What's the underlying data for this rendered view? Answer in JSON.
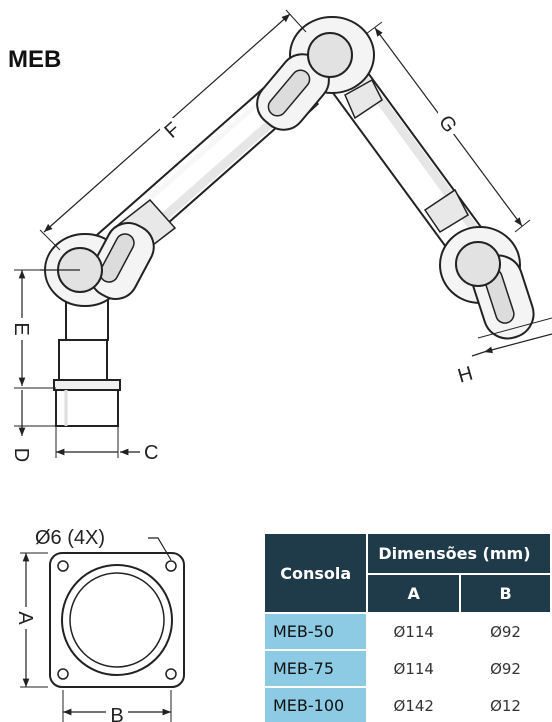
{
  "title": "MEB",
  "labels": {
    "F": "F",
    "G": "G",
    "E": "E",
    "D": "D",
    "C": "C",
    "H": "H",
    "A": "A",
    "B": "B"
  },
  "hole_note": "Ø6 (4X)",
  "table": {
    "header_console": "Consola",
    "header_dimensions": "Dimensões (mm)",
    "col_a": "A",
    "col_b": "B",
    "rows": [
      {
        "name": "MEB-50",
        "a": "Ø114",
        "b": "Ø92"
      },
      {
        "name": "MEB-75",
        "a": "Ø114",
        "b": "Ø92"
      },
      {
        "name": "MEB-100",
        "a": "Ø142",
        "b": "Ø12"
      }
    ]
  }
}
